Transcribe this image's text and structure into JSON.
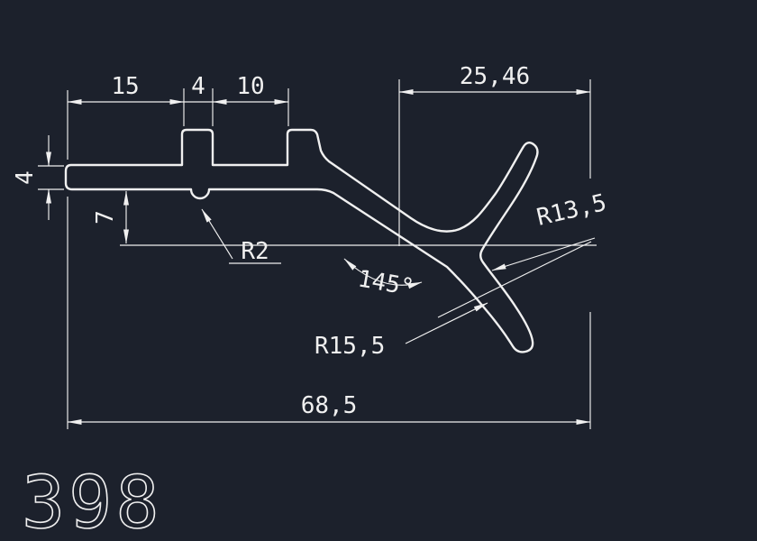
{
  "canvas": {
    "background": "#1c212c",
    "line_color": "#f0f0f0"
  },
  "part_number": "398",
  "dimensions": {
    "top_left_chain": {
      "seg1": "15",
      "seg2": "4",
      "seg3": "10"
    },
    "top_right_width": "25,46",
    "left_thickness": "4",
    "drop_height": "7",
    "notch_radius": "R2",
    "bend_angle": "145°",
    "upper_fork_radius": "R13,5",
    "lower_fork_radius": "R15,5",
    "overall_width": "68,5"
  }
}
